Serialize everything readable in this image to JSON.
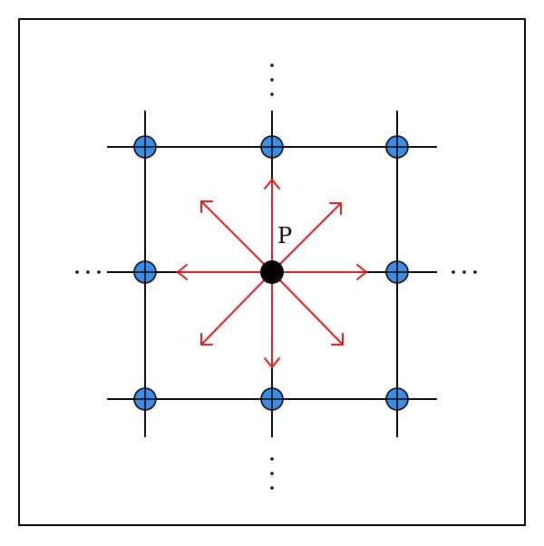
{
  "diagram": {
    "center_label": "P",
    "colors": {
      "background": "#ffffff",
      "frame": "#000000",
      "grid_line": "#000000",
      "node_fill": "#3a8ee6",
      "node_stroke": "#000000",
      "center_fill": "#000000",
      "arrow": "#e01b1b"
    },
    "grid": {
      "rows": 3,
      "cols": 3,
      "center": {
        "row": 1,
        "col": 1
      }
    },
    "arrow_directions": [
      "N",
      "NE",
      "E",
      "SE",
      "S",
      "SW",
      "W",
      "NW"
    ],
    "continuation_markers": [
      "top",
      "bottom",
      "left",
      "right"
    ]
  }
}
